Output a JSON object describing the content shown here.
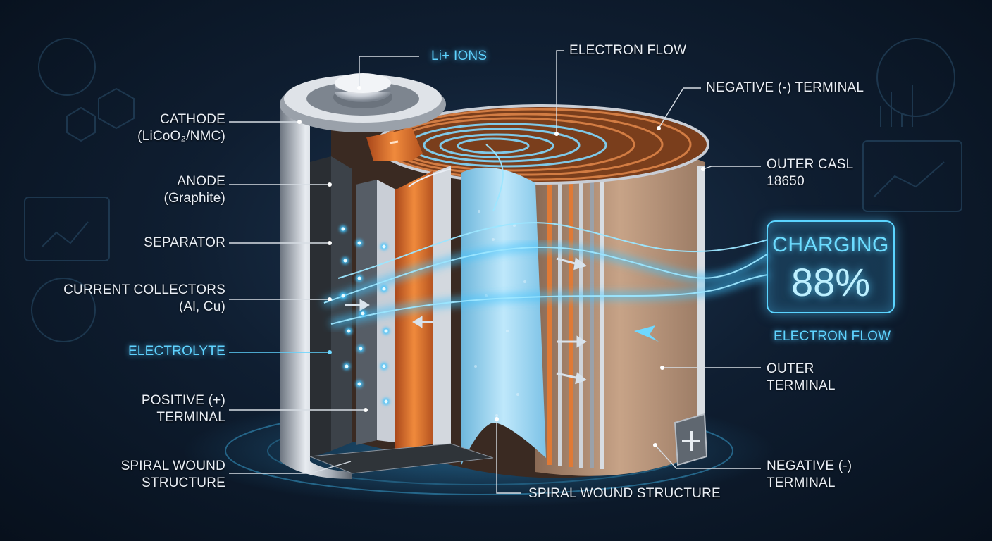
{
  "labels": {
    "li_ions": "Li+ IONS",
    "electron_flow_top": "ELECTRON FLOW",
    "negative_terminal_top": "NEGATIVE (-) TERMINAL",
    "outer_case": [
      "OUTER CASL",
      "18650"
    ],
    "cathode": [
      "CATHODE",
      "(LiCoO₂/NMC)"
    ],
    "anode": [
      "ANODE",
      "(Graphite)"
    ],
    "separator": "SEPARATOR",
    "current_collectors": [
      "CURRENT COLLECTORS",
      "(Al, Cu)"
    ],
    "electrolyte": "ELECTROLYTE",
    "positive_terminal": [
      "POSITIVE (+)",
      "TERMINAL"
    ],
    "spiral_wound_left": [
      "SPIRAL WOUND",
      "STRUCTURE"
    ],
    "spiral_wound_bottom": "SPIRAL WOUND STRUCTURE",
    "electron_flow_right": "ELECTRON FLOW",
    "outer_terminal": [
      "OUTER",
      "TERMINAL"
    ],
    "negative_terminal_bottom": [
      "NEGATIVE (-)",
      "TERMINAL"
    ]
  },
  "status": {
    "title": "CHARGING",
    "value": "88%"
  },
  "icons": [
    "minus-tab-icon",
    "plus-terminal-icon"
  ],
  "colors": {
    "accent": "#5bd4ff",
    "copper": "#e8742a",
    "separator": "#9fd8f2",
    "casing": "#c9ced6",
    "background": "#0f1e31"
  }
}
